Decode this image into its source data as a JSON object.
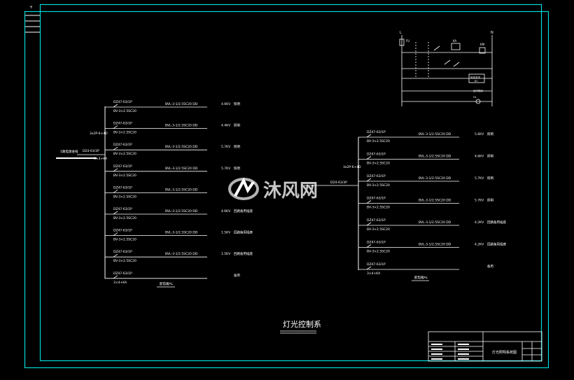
{
  "watermark": {
    "text": "沐风网"
  },
  "diagram": {
    "title": "灯光控制系"
  },
  "left_panel": {
    "feeder_label": "1路电源进线",
    "main_breaker": "DZ4-63/3P",
    "bus_label": "3×4+KA",
    "tag": "3x2P-6+4D",
    "caption": "配电箱AL",
    "branches": [
      {
        "breaker": "DZ47-63/1P",
        "cable": "BV-3×2.5SC20",
        "circuit": "BVL-3-1/2.5SC20 DD",
        "load": "4.6KV",
        "note": "照明"
      },
      {
        "breaker": "DZ47-63/1P",
        "cable": "BV-3×2.5SC20",
        "circuit": "BVL-3-1/2.5SC20 DD",
        "load": "4.4KV",
        "note": "照明"
      },
      {
        "breaker": "DZ47-63/1P",
        "cable": "BV-3×2.5SC20",
        "circuit": "BVL-3-1/2.5SC20 DD",
        "load": "5.7KV",
        "note": "照明"
      },
      {
        "breaker": "DZ47-63/1P",
        "cable": "BV-3×2.5SC20",
        "circuit": "BVL-3-1/2.5SC20 DD",
        "load": "5.7KV",
        "note": "照明"
      },
      {
        "breaker": "DZ47-63/1P",
        "cable": "BV-3×2.5SC20",
        "circuit": "BVL-3-1/2.5SC20 DD",
        "load": "",
        "note": ""
      },
      {
        "breaker": "DZ47-63/1P",
        "cable": "BV-3×2.5SC20",
        "circuit": "BVL-3-1/2.5SC20 DD",
        "load": "4.6KV",
        "note": "回路备用插座"
      },
      {
        "breaker": "DZ47-63/1P",
        "cable": "BV-3×2.5SC20",
        "circuit": "BVL-3-1/2.5SC20 DD",
        "load": "1.5KV",
        "note": "回路备用插座"
      },
      {
        "breaker": "DZ47-63/1P",
        "cable": "BV-3×2.5SC20",
        "circuit": "BVL-3-1/2.5SC20 DD",
        "load": "1.5KV",
        "note": "回路备用插座"
      },
      {
        "breaker": "DZ47-63/1P",
        "cable": "3×4+KA",
        "circuit": "",
        "load": "",
        "note": "备用"
      }
    ]
  },
  "right_panel": {
    "tag": "3x2P-6+4D",
    "bus_label": "DZ4-63/3P",
    "caption": "配电箱AL",
    "branches": [
      {
        "breaker": "DZ47-63/1P",
        "cable": "BV-3×2.5SC20",
        "circuit": "BVL-3-1/2.5SC20 DD",
        "load": "5.6KV",
        "note": "照明"
      },
      {
        "breaker": "DZ47-63/1P",
        "cable": "BV-3×2.5SC20",
        "circuit": "BVL-3-1/2.5SC20 DD",
        "load": "4.6KV",
        "note": "照明"
      },
      {
        "breaker": "DZ47-63/1P",
        "cable": "BV-3×2.5SC20",
        "circuit": "BVL-3-1/2.5SC20 DD",
        "load": "5.7KV",
        "note": "照明"
      },
      {
        "breaker": "DZ47-63/1P",
        "cable": "BV-3×2.5SC20",
        "circuit": "BVL-3-1/2.5SC20 DD",
        "load": "5.7KV",
        "note": "照明"
      },
      {
        "breaker": "DZ47-63/1P",
        "cable": "BV-3×2.5SC20",
        "circuit": "BVL-3-1/2.5SC20 DD",
        "load": "4.2KV",
        "note": "回路备用插座"
      },
      {
        "breaker": "DZ47-63/1P",
        "cable": "BV-3×2.5SC20",
        "circuit": "BVL-3-1/2.5SC20 DD",
        "load": "4.2KV",
        "note": "回路备用插座"
      },
      {
        "breaker": "DZ47-63/1P",
        "cable": "3×4+KA",
        "circuit": "",
        "load": "",
        "note": "备用"
      }
    ]
  },
  "control_circuit": {
    "phase": "L",
    "neutral": "N",
    "fuse": "FU",
    "contactor": "KM",
    "relay": "KA",
    "timer": "时控开关",
    "timer_sub": "KT",
    "indicator": "运行指示",
    "indicator_sub": "HL"
  },
  "title_block": {
    "drawing_name": "灯光照明系统图"
  },
  "colors": {
    "frame": "#00d8d8",
    "lines": "#ffffff",
    "background": "#000000"
  }
}
